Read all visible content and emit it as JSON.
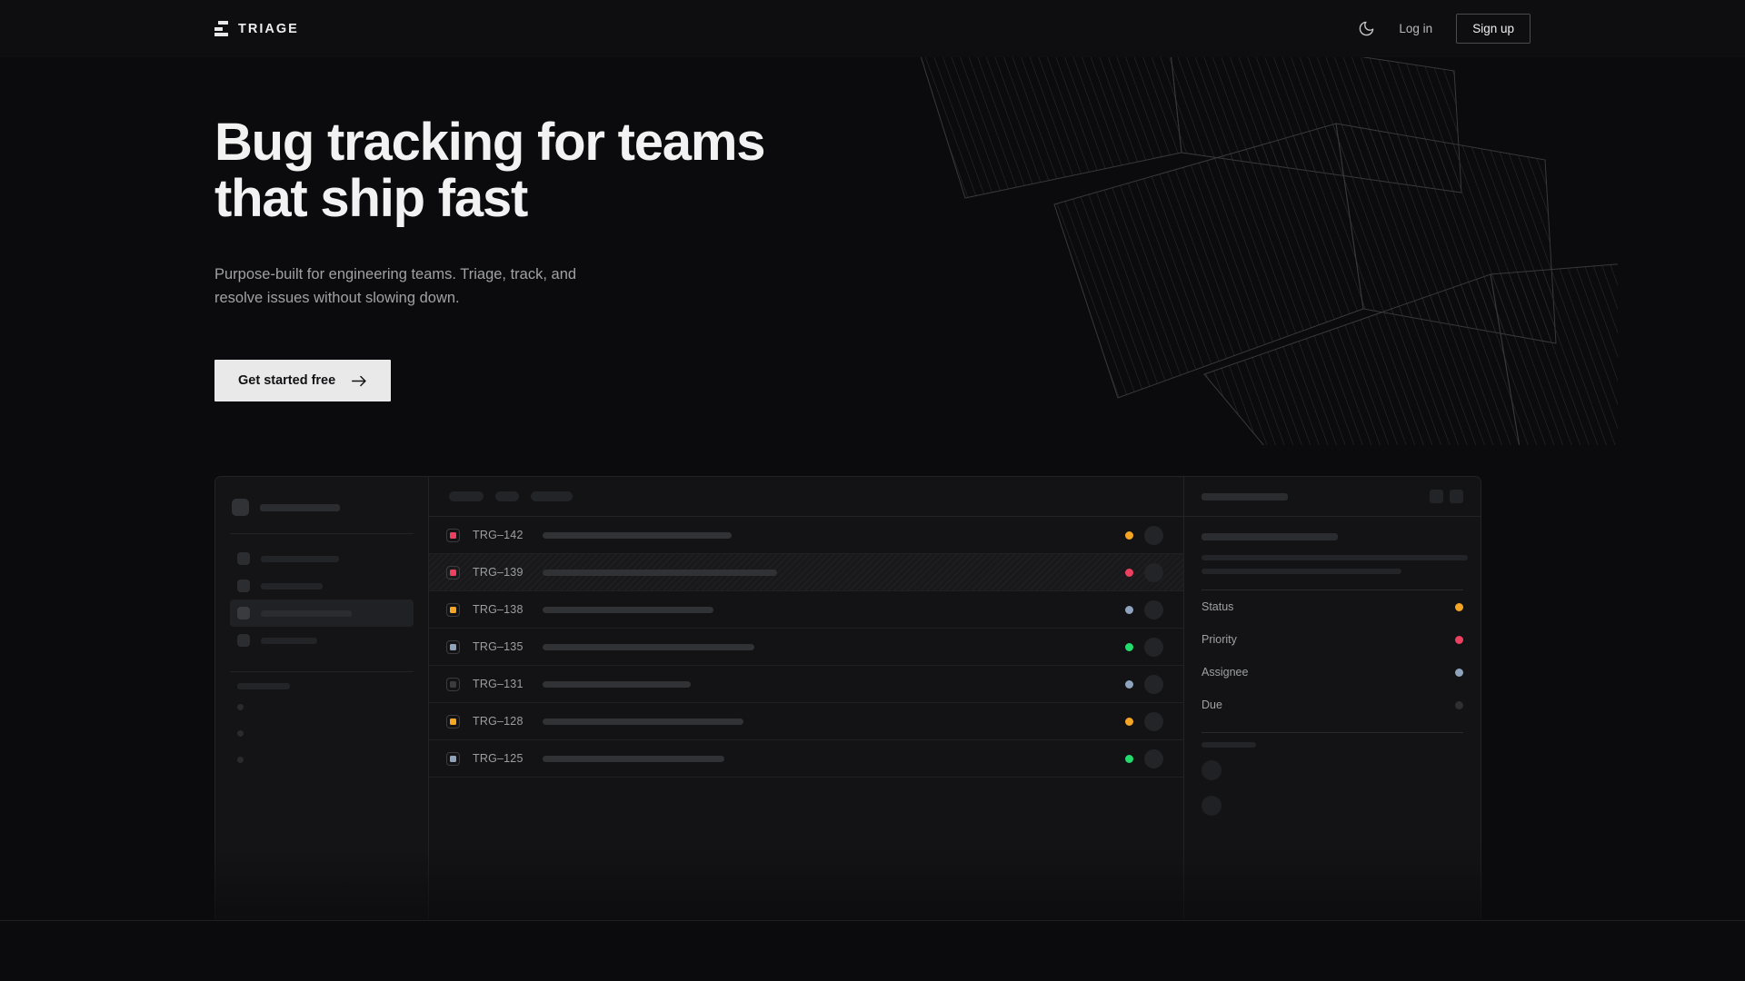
{
  "brand": {
    "name": "TRIAGE",
    "logo_icon": "stacked-bars-icon"
  },
  "nav": {
    "theme_toggle_icon": "moon-icon",
    "login_label": "Log in",
    "signup_label": "Sign up"
  },
  "hero": {
    "headline_line1": "Bug tracking for teams",
    "headline_line2": "that ship fast",
    "subhead_line1": "Purpose-built for engineering teams. Triage, track, and",
    "subhead_line2": "resolve issues without slowing down.",
    "cta_label": "Get started free",
    "cta_icon": "arrow-right-icon"
  },
  "colors": {
    "page_bg": "#0b0b0d",
    "nav_bg": "#0e0e10",
    "panel_bg": "#131315",
    "border": "#232326",
    "text_primary": "#f2f2f2",
    "text_muted": "#a0a1a4",
    "cta_bg": "#e9e9e9",
    "priority_urgent": "#ec4060",
    "priority_high": "#f5a524",
    "priority_medium": "#8fa3bd",
    "priority_low": "#3a3b3f",
    "status_orange": "#f5a524",
    "status_pink": "#ec4060",
    "status_slate": "#8fa3bd",
    "status_green": "#22dd6e",
    "status_none": "#2e2f33"
  },
  "mockup": {
    "sidebar": {
      "workspace_label_width": 88,
      "nav_items": [
        {
          "label_width": 86,
          "active": false
        },
        {
          "label_width": 68,
          "active": false
        },
        {
          "label_width": 100,
          "active": true
        },
        {
          "label_width": 62,
          "active": false
        }
      ],
      "section_label_width": 58,
      "sub_items": 3
    },
    "list": {
      "toolbar_pills": [
        38,
        26,
        46
      ],
      "rows": [
        {
          "id": "TRG–142",
          "priority_color": "#ec4060",
          "title_width": 208,
          "status_color": "#f5a524",
          "striped": false
        },
        {
          "id": "TRG–139",
          "priority_color": "#ec4060",
          "title_width": 258,
          "status_color": "#ec4060",
          "striped": true
        },
        {
          "id": "TRG–138",
          "priority_color": "#f5a524",
          "title_width": 188,
          "status_color": "#8fa3bd",
          "striped": false
        },
        {
          "id": "TRG–135",
          "priority_color": "#8fa3bd",
          "title_width": 233,
          "status_color": "#22dd6e",
          "striped": false
        },
        {
          "id": "TRG–131",
          "priority_color": "#3a3b3f",
          "title_width": 163,
          "status_color": "#8fa3bd",
          "striped": false
        },
        {
          "id": "TRG–128",
          "priority_color": "#f5a524",
          "title_width": 221,
          "status_color": "#f5a524",
          "striped": false
        },
        {
          "id": "TRG–125",
          "priority_color": "#8fa3bd",
          "title_width": 200,
          "status_color": "#22dd6e",
          "striped": false
        }
      ]
    },
    "detail": {
      "header_bar_width": 95,
      "title_bar_width": 150,
      "desc_line1_width": 293,
      "desc_line2_width": 220,
      "fields": [
        {
          "label": "Status",
          "dot_color": "#f5a524"
        },
        {
          "label": "Priority",
          "dot_color": "#ec4060"
        },
        {
          "label": "Assignee",
          "dot_color": "#8fa3bd"
        },
        {
          "label": "Due",
          "dot_color": "#2e2f33"
        }
      ],
      "activity_label_width": 60,
      "activity_items": 2
    }
  }
}
